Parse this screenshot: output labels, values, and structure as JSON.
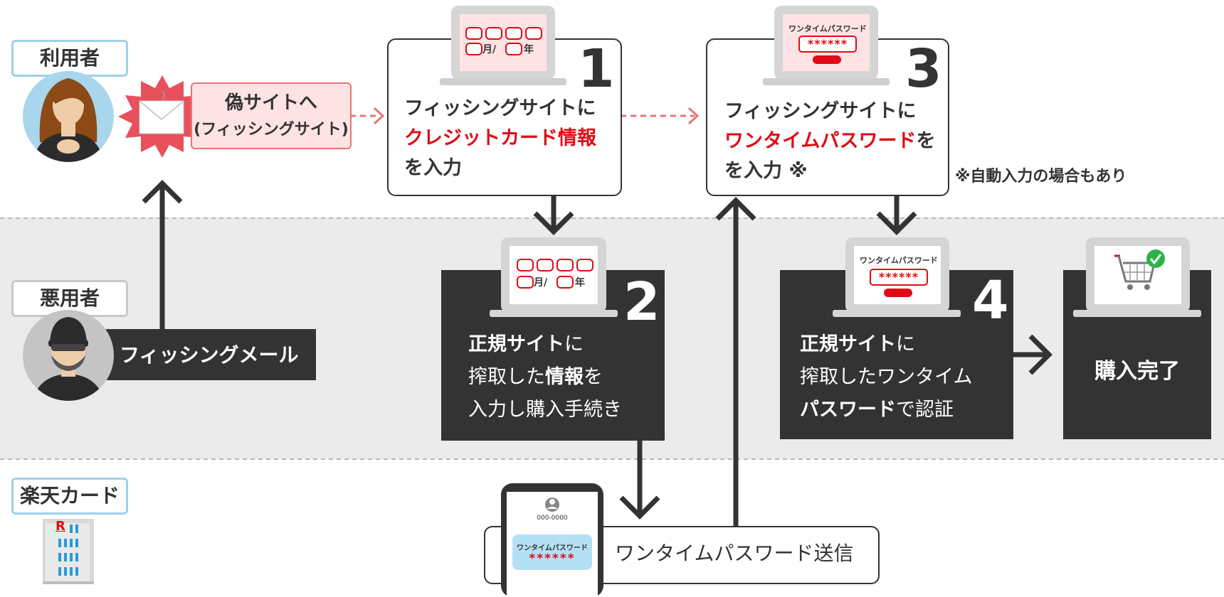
{
  "roles": {
    "user": "利用者",
    "abuser": "悪用者",
    "card": "楽天カード"
  },
  "fake_site": {
    "line1": "偽サイトへ",
    "line2": "(フィッシングサイト)"
  },
  "phishing_mail": "フィッシングメール",
  "step1": {
    "number": "1",
    "line1": "フィッシングサイトに",
    "line2": "クレジットカード情報",
    "line3": "を入力"
  },
  "step2": {
    "number": "2",
    "line1_bold": "正規サイト",
    "line1_rest": "に",
    "line2_a": "搾取した",
    "line2_b": "情報",
    "line2_c": "を",
    "line3": "入力し購入手続き"
  },
  "step3": {
    "number": "3",
    "line1": "フィッシングサイトに",
    "line2_red": "ワンタイムパスワード",
    "line2_rest": "を",
    "line3": "を入力 ※"
  },
  "step4": {
    "number": "4",
    "line1_bold": "正規サイト",
    "line1_rest": "に",
    "line2": "搾取したワンタイム",
    "line3_bold": "パスワード",
    "line3_rest": "で認証"
  },
  "auto_note": "※自動入力の場合もあり",
  "purchase_done": "購入完了",
  "otp_send": "ワンタイムパスワード送信",
  "screen_card": {
    "month": "月/",
    "year": "年"
  },
  "screen_otp": {
    "label": "ワンタイムパスワード",
    "stars": "******"
  },
  "phone": {
    "number": "000-0000",
    "label": "ワンタイムパスワード",
    "stars": "******"
  },
  "building_logo": "R",
  "colors": {
    "accent_red": "#e00b16",
    "dark": "#333333",
    "band_gray": "#ebebeb",
    "label_blue": "#9fd0e8",
    "dashed_red": "#e87575"
  }
}
